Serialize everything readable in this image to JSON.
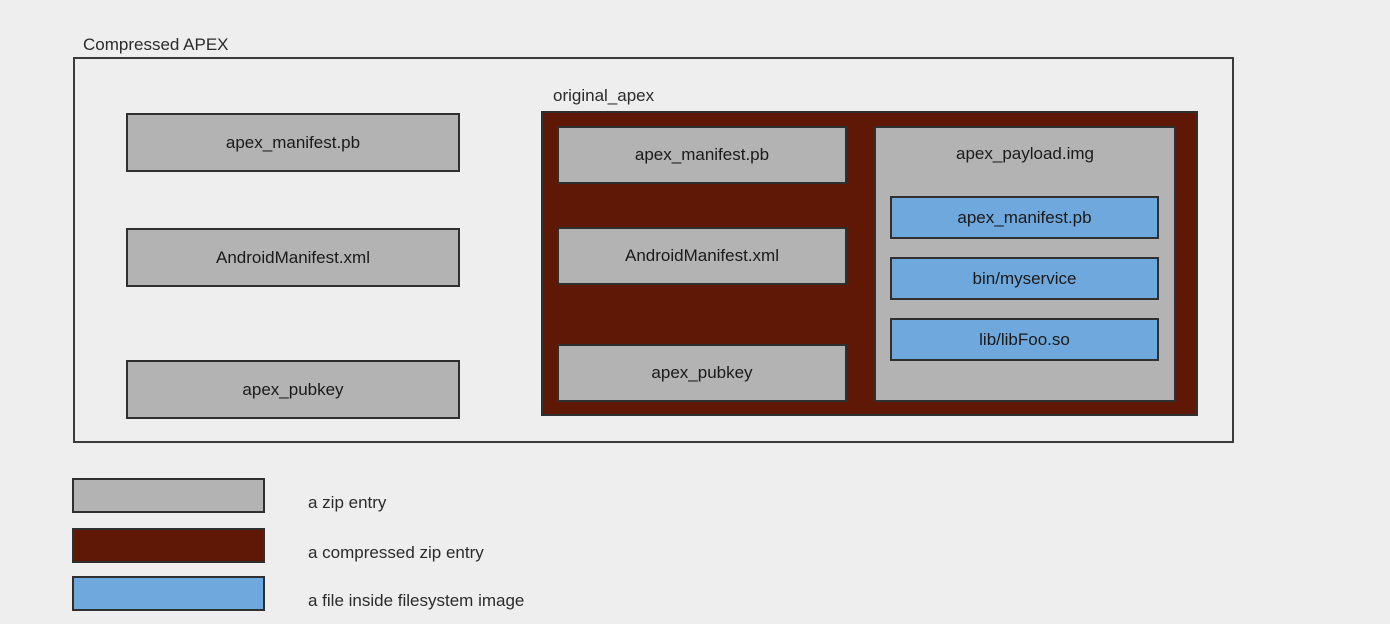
{
  "diagram": {
    "title": "Compressed APEX",
    "background_color": "#eeeeee",
    "outer_container": {
      "label": "Compressed APEX",
      "border_color": "#3a3a3a",
      "fill_color": "#eeeeee"
    },
    "uncompressed_entries": [
      {
        "name": "apex_manifest.pb"
      },
      {
        "name": "AndroidManifest.xml"
      },
      {
        "name": "apex_pubkey"
      }
    ],
    "original_apex": {
      "label": "original_apex",
      "fill_color": "#5e1805",
      "entries": [
        {
          "name": "apex_manifest.pb"
        },
        {
          "name": "AndroidManifest.xml"
        },
        {
          "name": "apex_pubkey"
        }
      ],
      "payload": {
        "name": "apex_payload.img",
        "fill_color": "#b3b3b3",
        "files": [
          {
            "name": "apex_manifest.pb"
          },
          {
            "name": "bin/myservice"
          },
          {
            "name": "lib/libFoo.so"
          }
        ]
      }
    }
  },
  "legend": {
    "items": [
      {
        "label": "a zip entry",
        "color": "#b3b3b3"
      },
      {
        "label": "a compressed zip entry",
        "color": "#5e1805"
      },
      {
        "label": "a file inside filesystem image",
        "color": "#6fa8dc"
      }
    ]
  },
  "colors": {
    "zip_entry": "#b3b3b3",
    "compressed_zip_entry": "#5e1805",
    "filesystem_file": "#6fa8dc",
    "border": "#2f2f2f",
    "background": "#eeeeee",
    "text": "#1a1a1a"
  }
}
